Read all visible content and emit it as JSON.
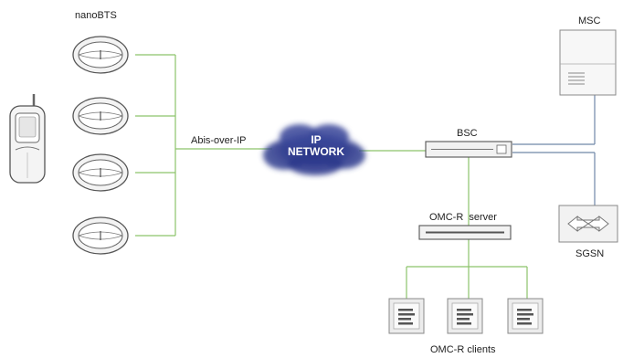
{
  "labels": {
    "nanobts": "nanoBTS",
    "abis": "Abis-over-IP",
    "ip_line1": "IP",
    "ip_line2": "NETWORK",
    "bsc": "BSC",
    "msc": "MSC",
    "sgsn": "SGSN",
    "omcr_server": "OMC-R  server",
    "omcr_clients": "OMC-R clients"
  },
  "colors": {
    "green_link": "#8cc36a",
    "blue_link": "#6f87a8",
    "cloud": "#2e3a8c",
    "device_stroke": "#555555"
  },
  "icons": {
    "phone": "mobile-phone-icon",
    "nanobts": "nanobts-icon",
    "cloud": "ip-network-cloud-icon",
    "bsc": "bsc-rack-icon",
    "msc": "msc-server-icon",
    "sgsn": "sgsn-switch-icon",
    "omcr_server": "omcr-server-icon",
    "omcr_client": "omcr-client-icon"
  }
}
